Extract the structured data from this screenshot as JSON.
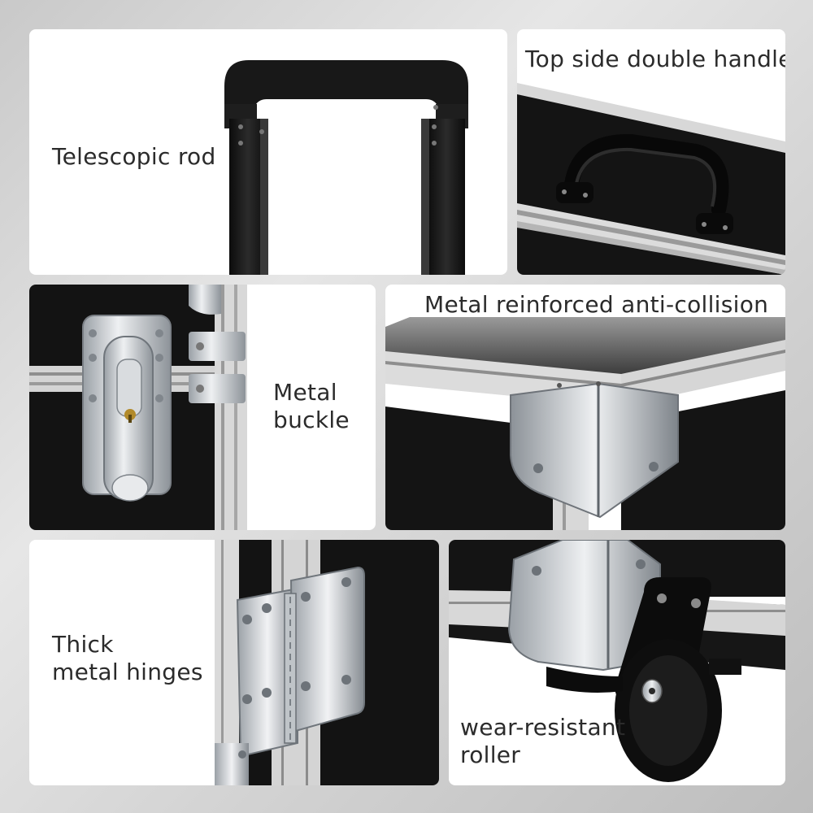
{
  "panels": {
    "telescopic_rod": {
      "label": "Telescopic rod"
    },
    "top_handle": {
      "label": "Top side double handle"
    },
    "buckle": {
      "line1": "Metal",
      "line2": "buckle"
    },
    "corner": {
      "label": "Metal reinforced anti-collision"
    },
    "hinges": {
      "line1": "Thick",
      "line2": "metal hinges"
    },
    "roller": {
      "line1": "wear-resistant",
      "line2": "roller"
    }
  },
  "colors": {
    "case_black": "#141414",
    "aluminum": "#d9d9d9",
    "chrome": "#c4c8cc",
    "text": "#2b2b2b"
  }
}
